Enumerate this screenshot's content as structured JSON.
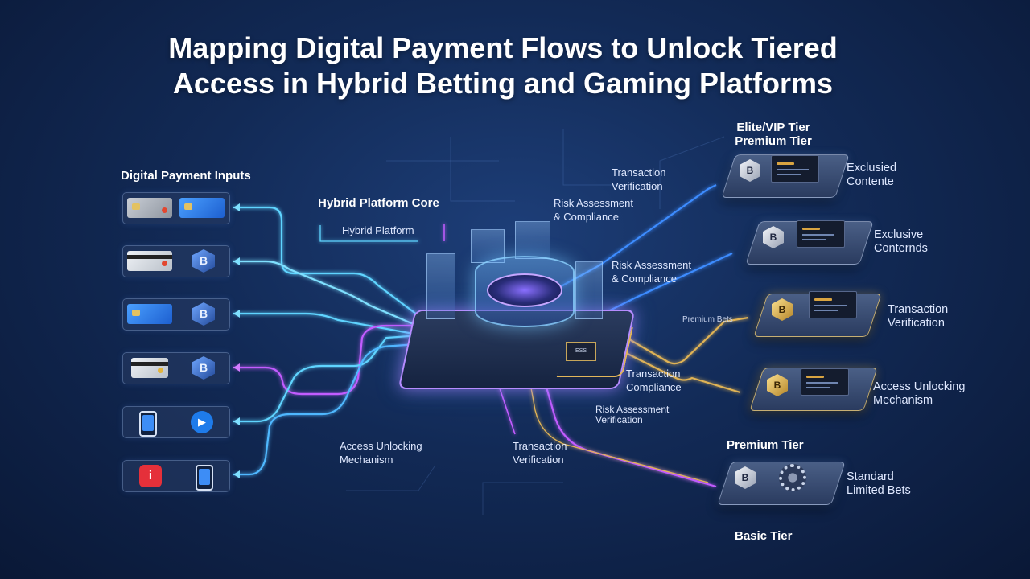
{
  "title": {
    "line1": "Mapping Digital Payment Flows to Unlock Tiered",
    "line2": "Access in Hybrid Betting and Gaming Platforms"
  },
  "inputs": {
    "heading": "Digital Payment Inputs"
  },
  "core": {
    "heading": "Hybrid Platform Core",
    "sub": "Hybrid Platform",
    "chip_text": "ESS"
  },
  "flow_labels": {
    "tv_top_1": "Transaction",
    "tv_top_2": "Verification",
    "risk_top_1": "Risk Assessment",
    "risk_top_2": "& Compliance",
    "risk_mid_1": "Risk Assessment",
    "risk_mid_2": "& Compliance",
    "premium_bets": "Premium Bets",
    "tc_1": "Transaction",
    "tc_2": "Compliance",
    "rav_1": "Risk Assessment",
    "rav_2": "Verification",
    "aum_left_1": "Access Unlocking",
    "aum_left_2": "Mechanism",
    "tv_bottom_1": "Transaction",
    "tv_bottom_2": "Verification"
  },
  "tiers": {
    "elite_1": "Elite/VIP Tier",
    "elite_2": "Premium Tier",
    "t1_1": "Exclusied",
    "t1_2": "Contente",
    "t2_1": "Exclusive",
    "t2_2": "Conternds",
    "t3_1": "Transaction",
    "t3_2": "Verification",
    "t4_1": "Access Unlocking",
    "t4_2": "Mechanism",
    "premium": "Premium Tier",
    "t5_1": "Standard",
    "t5_2": "Limited Bets",
    "basic": "Basic Tier"
  },
  "icons": {
    "crypto": "bitcoin-icon",
    "symbol": "B",
    "app_symbol": "i"
  },
  "colors": {
    "background": "#122a56",
    "flow_cyan": "#5fd4ff",
    "flow_purple": "#c25cff",
    "flow_gold": "#e0b354",
    "flow_blue": "#3d8cff"
  }
}
